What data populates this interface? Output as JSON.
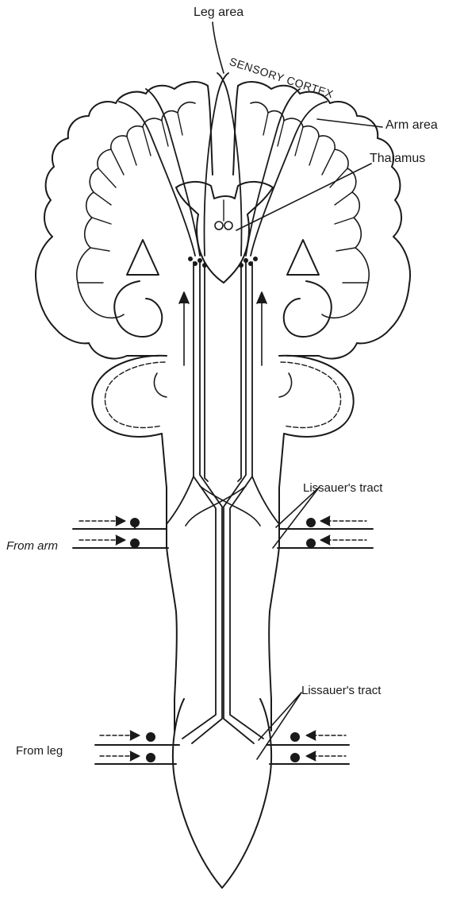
{
  "labels": {
    "leg_area": "Leg area",
    "sensory_cortex": "SENSORY CORTEX",
    "arm_area": "Arm area",
    "thalamus": "Thalamus",
    "lissauer_upper": "Lissauer's tract",
    "lissauer_lower": "Lissauer's tract",
    "from_arm": "From arm",
    "from_leg": "From leg"
  },
  "colors": {
    "ink": "#1a1a1a",
    "background": "#ffffff"
  }
}
